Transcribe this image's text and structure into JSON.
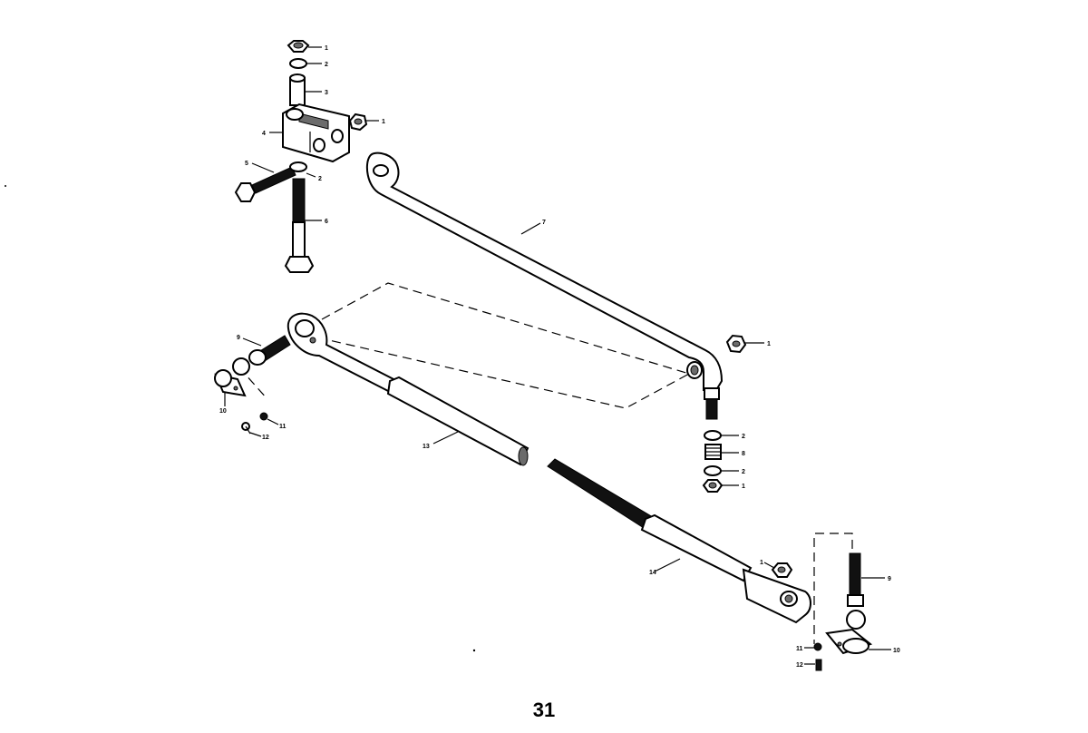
{
  "callouts": {
    "c1a": "1",
    "c2a": "2",
    "c3": "3",
    "c4": "4",
    "c1b": "1",
    "c5": "5",
    "c2b": "2",
    "c6": "6",
    "c7": "7",
    "c1c": "1",
    "c9a": "9",
    "c10a": "10",
    "c11a": "11",
    "c12a": "12",
    "c13": "13",
    "c2c": "2",
    "c8": "8",
    "c2d": "2",
    "c1d": "1",
    "c14": "14",
    "c1e": "1",
    "c9b": "9",
    "c10b": "10",
    "c11b": "11",
    "c12b": "12"
  },
  "page_number": "31"
}
